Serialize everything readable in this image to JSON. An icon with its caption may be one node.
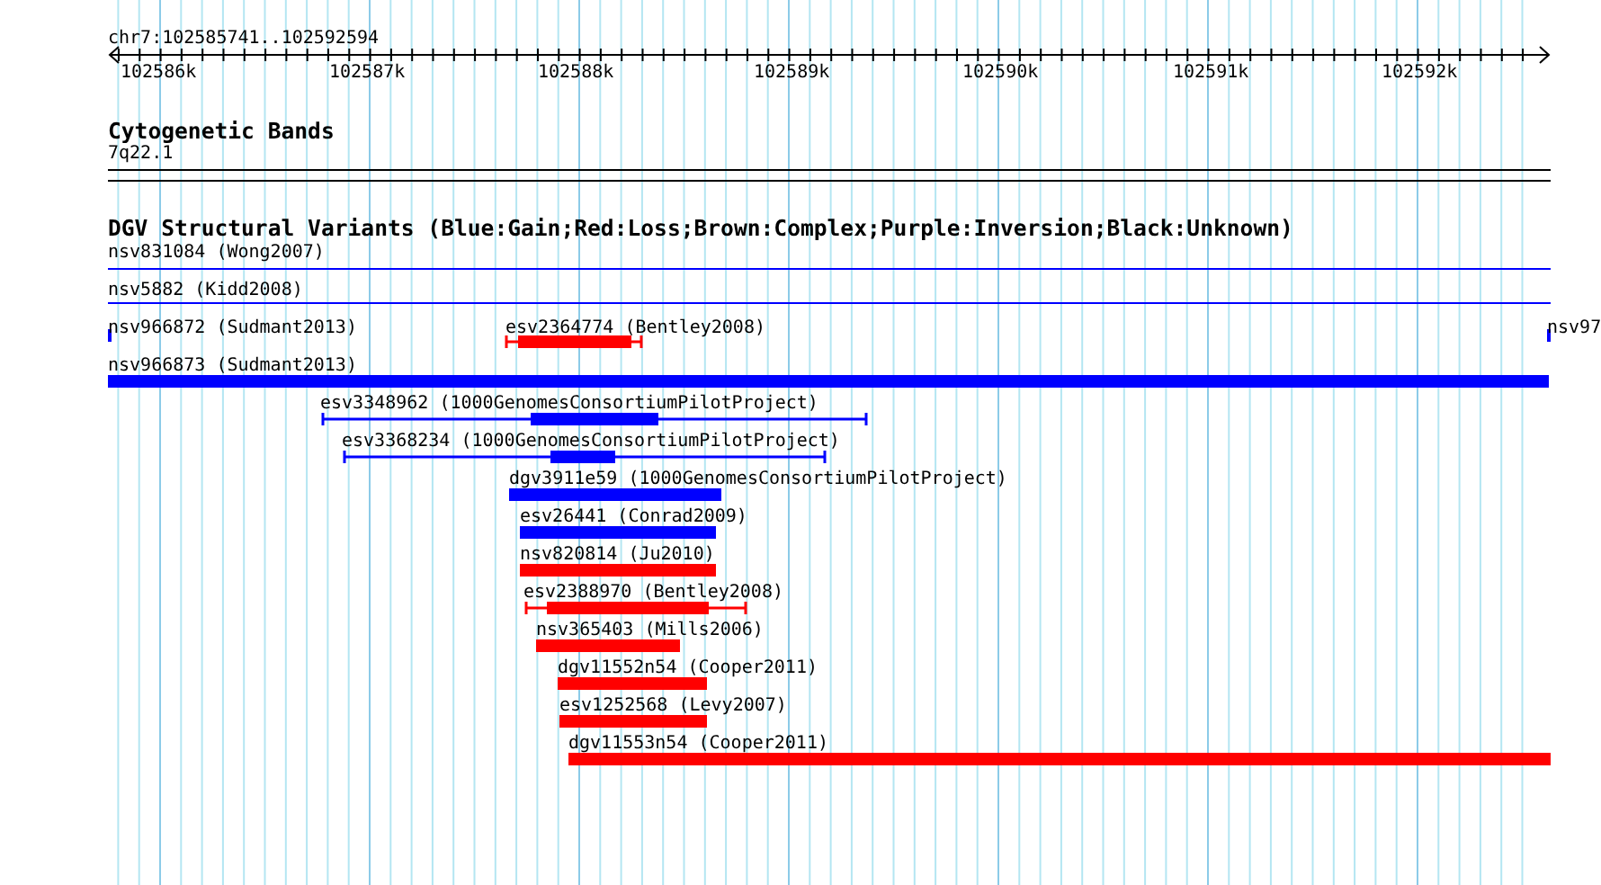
{
  "diagram": {
    "nodes": [
      {
        "text": [
          "nsv831084 (Wong2007)"
        ]
      },
      {
        "text": [
          "nsv5882 (Kidd2008)"
        ]
      },
      {
        "text": [
          "nsv966872 (Sudmant2013)"
        ]
      },
      {
        "text": [
          "esv2364774 (Bentley2008)"
        ]
      },
      {
        "text": [
          "nsv97"
        ]
      },
      {
        "text": [
          "nsv966873 (Sudmant2013)"
        ]
      },
      {
        "text": [
          "esv3348962 (1000GenomesConsortiumPilotProject)"
        ]
      },
      {
        "text": [
          "esv3368234 (1000GenomesConsortiumPilotProject)"
        ]
      },
      {
        "text": [
          "dgv3911e59 (1000GenomesConsortiumPilotProject)"
        ]
      },
      {
        "text": [
          "esv26441 (Conrad2009)"
        ]
      },
      {
        "text": [
          "nsv820814 (Ju2010)"
        ]
      },
      {
        "text": [
          "esv2388970 (Bentley2008)"
        ]
      },
      {
        "text": [
          "nsv365403 (Mills2006)"
        ]
      },
      {
        "text": [
          "dgv11552n54 (Cooper2011)"
        ]
      },
      {
        "text": [
          "esv1252568 (Levy2007)"
        ]
      },
      {
        "text": [
          "dgv11553n54 (Cooper2011)"
        ]
      }
    ],
    "labels": [
      "chr7:102585741..102592594",
      "102586k",
      "102587k",
      "102588k",
      "102589k",
      "102590k",
      "102591k",
      "102592k",
      "Cytogenetic Bands",
      "7q22.1",
      "DGV Structural Variants (Blue:Gain;Red:Loss;Brown:Complex;Purple:Inversion;Black:Unknown)"
    ]
  }
}
